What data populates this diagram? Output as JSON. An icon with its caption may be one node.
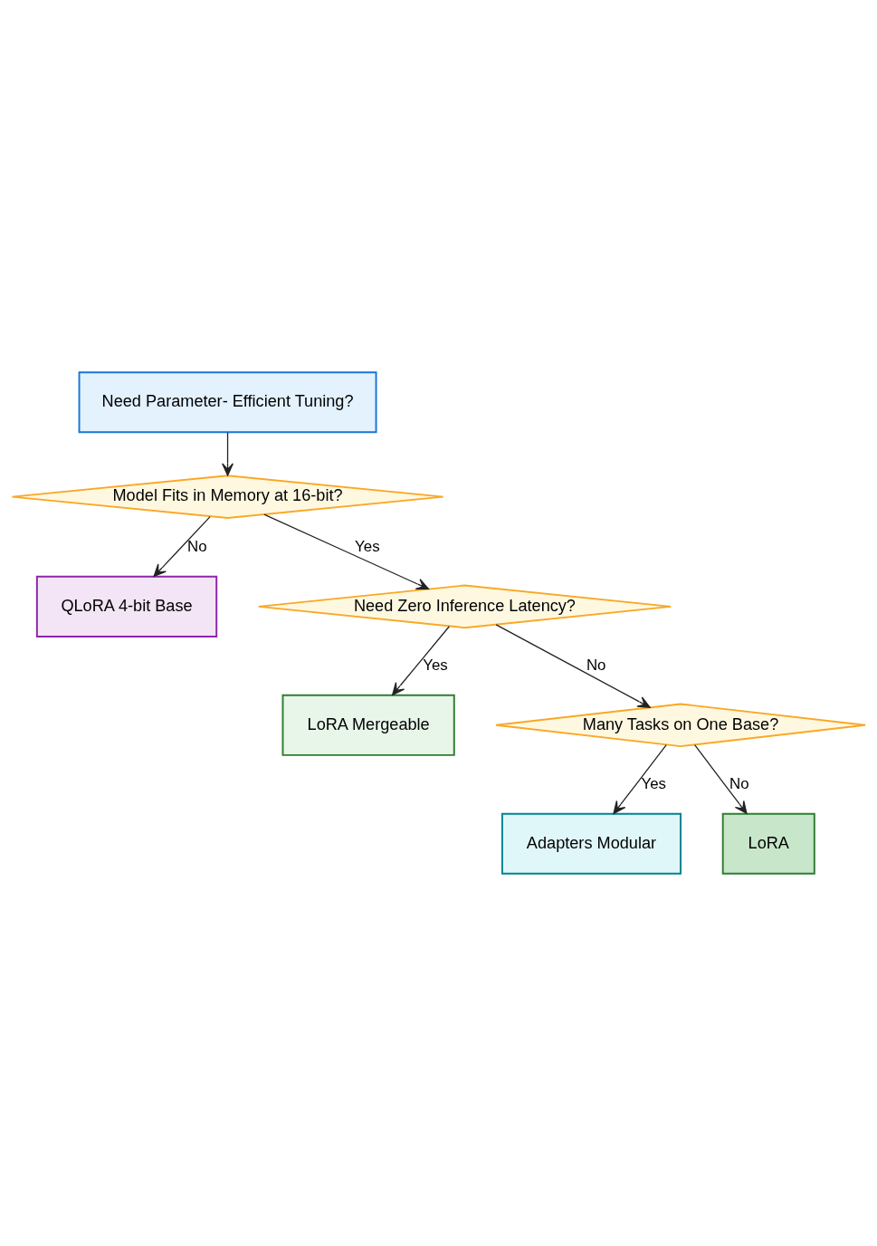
{
  "diagram": {
    "nodes": [
      {
        "text": [
          "Need Parameter- Efficient Tuning?"
        ]
      },
      {
        "text": [
          "Model Fits in Memory at 16-bit?"
        ]
      },
      {
        "text": [
          "QLoRA 4-bit Base"
        ]
      },
      {
        "text": [
          "Need Zero Inference Latency?"
        ]
      },
      {
        "text": [
          "LoRA Mergeable"
        ]
      },
      {
        "text": [
          "Many Tasks on One Base?"
        ]
      },
      {
        "text": [
          "Adapters Modular"
        ]
      },
      {
        "text": [
          "LoRA"
        ]
      }
    ],
    "edges": [
      {
        "from": 0,
        "to": 1,
        "arrow": "to"
      },
      {
        "from": 1,
        "to": 2,
        "arrow": "to",
        "label": "No"
      },
      {
        "from": 1,
        "to": 3,
        "arrow": "to",
        "label": "Yes"
      },
      {
        "from": 3,
        "to": 4,
        "arrow": "to",
        "label": "Yes"
      },
      {
        "from": 3,
        "to": 5,
        "arrow": "to",
        "label": "No"
      },
      {
        "from": 5,
        "to": 6,
        "arrow": "to",
        "label": "Yes"
      },
      {
        "from": 5,
        "to": 7,
        "arrow": "to",
        "label": "No"
      }
    ]
  }
}
